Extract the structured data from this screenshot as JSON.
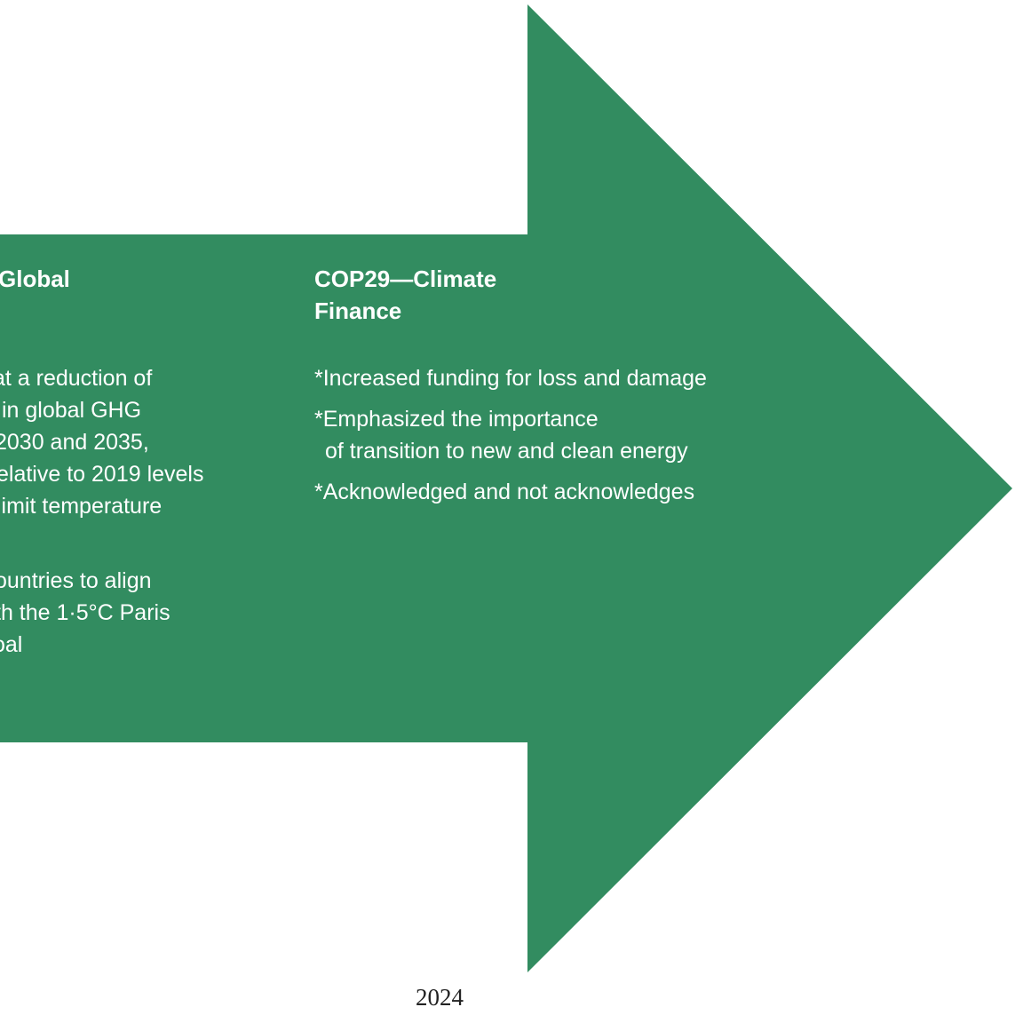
{
  "colors": {
    "arrow_fill": "#328c60",
    "text_on_arrow": "#ffffff",
    "year_text": "#222222",
    "background": "#ffffff"
  },
  "left_panel": {
    "heading": "Global",
    "lines": [
      "at a reduction of",
      " in global GHG",
      "2030 and 2035,",
      "elative to 2019 levels",
      "limit temperature",
      "ountries to align",
      "th the 1·5°C Paris",
      "oal"
    ]
  },
  "right_panel": {
    "heading_line1": "COP29—Climate",
    "heading_line2": "Finance",
    "bullets": [
      {
        "lines": [
          "*Increased funding for loss and damage"
        ]
      },
      {
        "lines": [
          "*Emphasized the importance",
          "of transition to new and clean energy"
        ]
      },
      {
        "lines": [
          "*Acknowledged and not acknowledges"
        ]
      }
    ]
  },
  "year": "2024"
}
